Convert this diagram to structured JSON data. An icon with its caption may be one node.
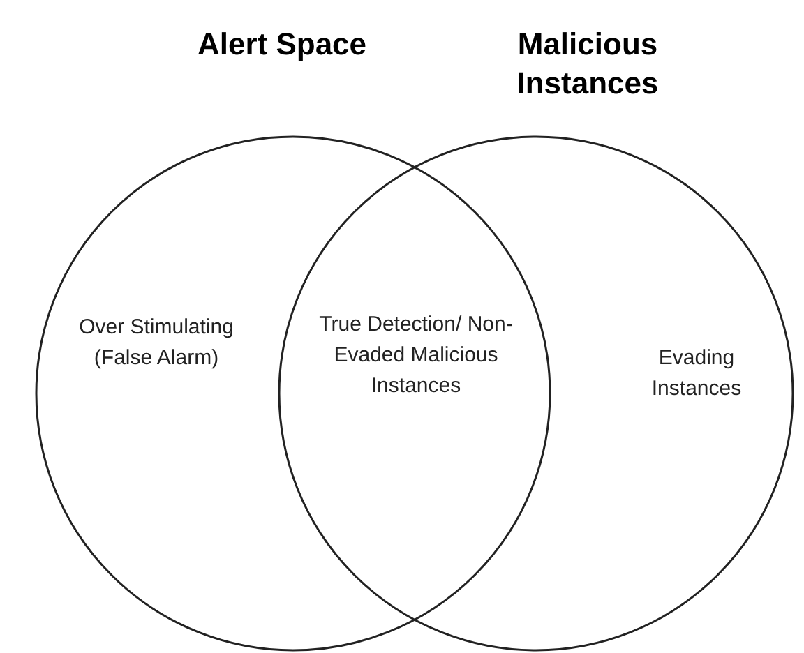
{
  "diagram": {
    "nodes": [
      {
        "text": [
          "Alert Space",
          "Over Stimulating (False Alarm)"
        ]
      },
      {
        "text": [
          "Malicious Instances",
          "Evading Instances"
        ]
      }
    ],
    "edges": [],
    "labels": [
      "True Detection/ Non-Evaded Malicious Instances"
    ]
  }
}
